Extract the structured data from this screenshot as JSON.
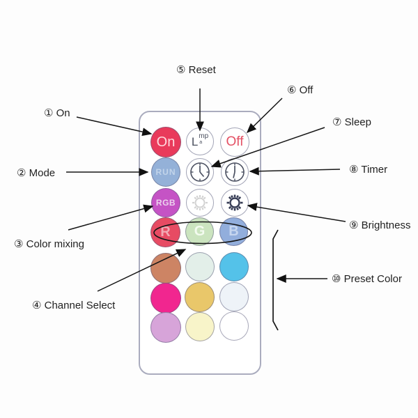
{
  "annotations": {
    "on": "① On",
    "mode": "② Mode",
    "color_mixing": "③ Color mixing",
    "channel_select": "④ Channel Select",
    "reset": "⑤ Reset",
    "off": "⑥ Off",
    "sleep": "⑦ Sleep",
    "timer": "⑧ Timer",
    "brightness": "⑨ Brightness",
    "preset_color": "⑩ Preset Color"
  },
  "remote": {
    "buttons": {
      "on": {
        "label": "On",
        "bg": "#e93a5b",
        "fg": "#ffd9de"
      },
      "lamp": {
        "main": "L",
        "sup": "mp",
        "sub": "a",
        "bg": "#ffffff"
      },
      "off": {
        "label": "Off",
        "bg": "#ffffff",
        "fg": "#e45064"
      },
      "run": {
        "label": "RUN",
        "bg": "#94b1d8",
        "fg": "#c2d4ea"
      },
      "rgb": {
        "label": "RGB",
        "bg": "#c553c5",
        "fg": "#ecd4ee"
      },
      "r": {
        "label": "R",
        "bg": "#e74b63",
        "fg": "#f2a9b4"
      },
      "g": {
        "label": "G",
        "bg": "#cbe4bf",
        "fg": "#f3fbef"
      },
      "b": {
        "label": "B",
        "bg": "#92aedc",
        "fg": "#c6d6ef"
      },
      "sleep_clock": {
        "icon": "clock-icon",
        "stroke": "#4a4f60"
      },
      "timer_clock": {
        "icon": "clock-icon",
        "stroke": "#4a4f60"
      },
      "brightness_low_sun": {
        "icon": "sun-icon",
        "stroke": "#d2d2d2"
      },
      "brightness_high_sun": {
        "icon": "sun-icon",
        "stroke": "#363c55"
      },
      "presets": [
        {
          "bg": "#cd8464"
        },
        {
          "bg": "#e3efe9"
        },
        {
          "bg": "#54c2e9"
        },
        {
          "bg": "#f1268f"
        },
        {
          "bg": "#e9c76a"
        },
        {
          "bg": "#eef3f8"
        },
        {
          "bg": "#d7a4d9"
        },
        {
          "bg": "#f8f4c9"
        },
        {
          "bg": "#ffffff"
        }
      ]
    }
  }
}
